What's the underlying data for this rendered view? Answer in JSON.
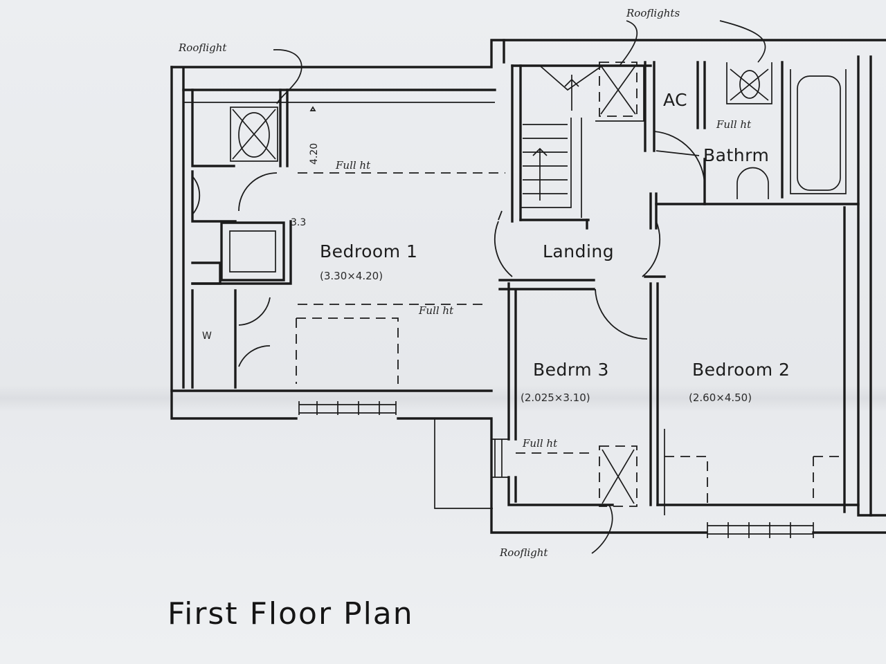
{
  "title": "First Floor Plan",
  "rooms": {
    "bedroom1": {
      "name": "Bedroom 1",
      "dims": "(3.30×4.20)"
    },
    "bedroom2": {
      "name": "Bedroom 2",
      "dims": "(2.60×4.50)"
    },
    "bedroom3": {
      "name": "Bedrm 3",
      "dims": "(2.025×3.10)"
    },
    "landing": {
      "name": "Landing"
    },
    "bathroom": {
      "name": "Bathrm"
    },
    "ac": {
      "name": "AC"
    },
    "wardrobe": {
      "name": "W"
    }
  },
  "annotations": {
    "rooflight_top_left": "Rooflight",
    "rooflights_top": "Rooflights",
    "rooflight_bottom": "Rooflight",
    "full_height_1": "Full ht",
    "full_height_2": "Full ht",
    "full_height_3": "Full ht",
    "full_height_bath": "Full ht",
    "dim_4_20": "4.20",
    "dim_3_3": "3.3"
  },
  "colors": {
    "paper": "#e9ebee",
    "ink": "#1b1b1b"
  }
}
